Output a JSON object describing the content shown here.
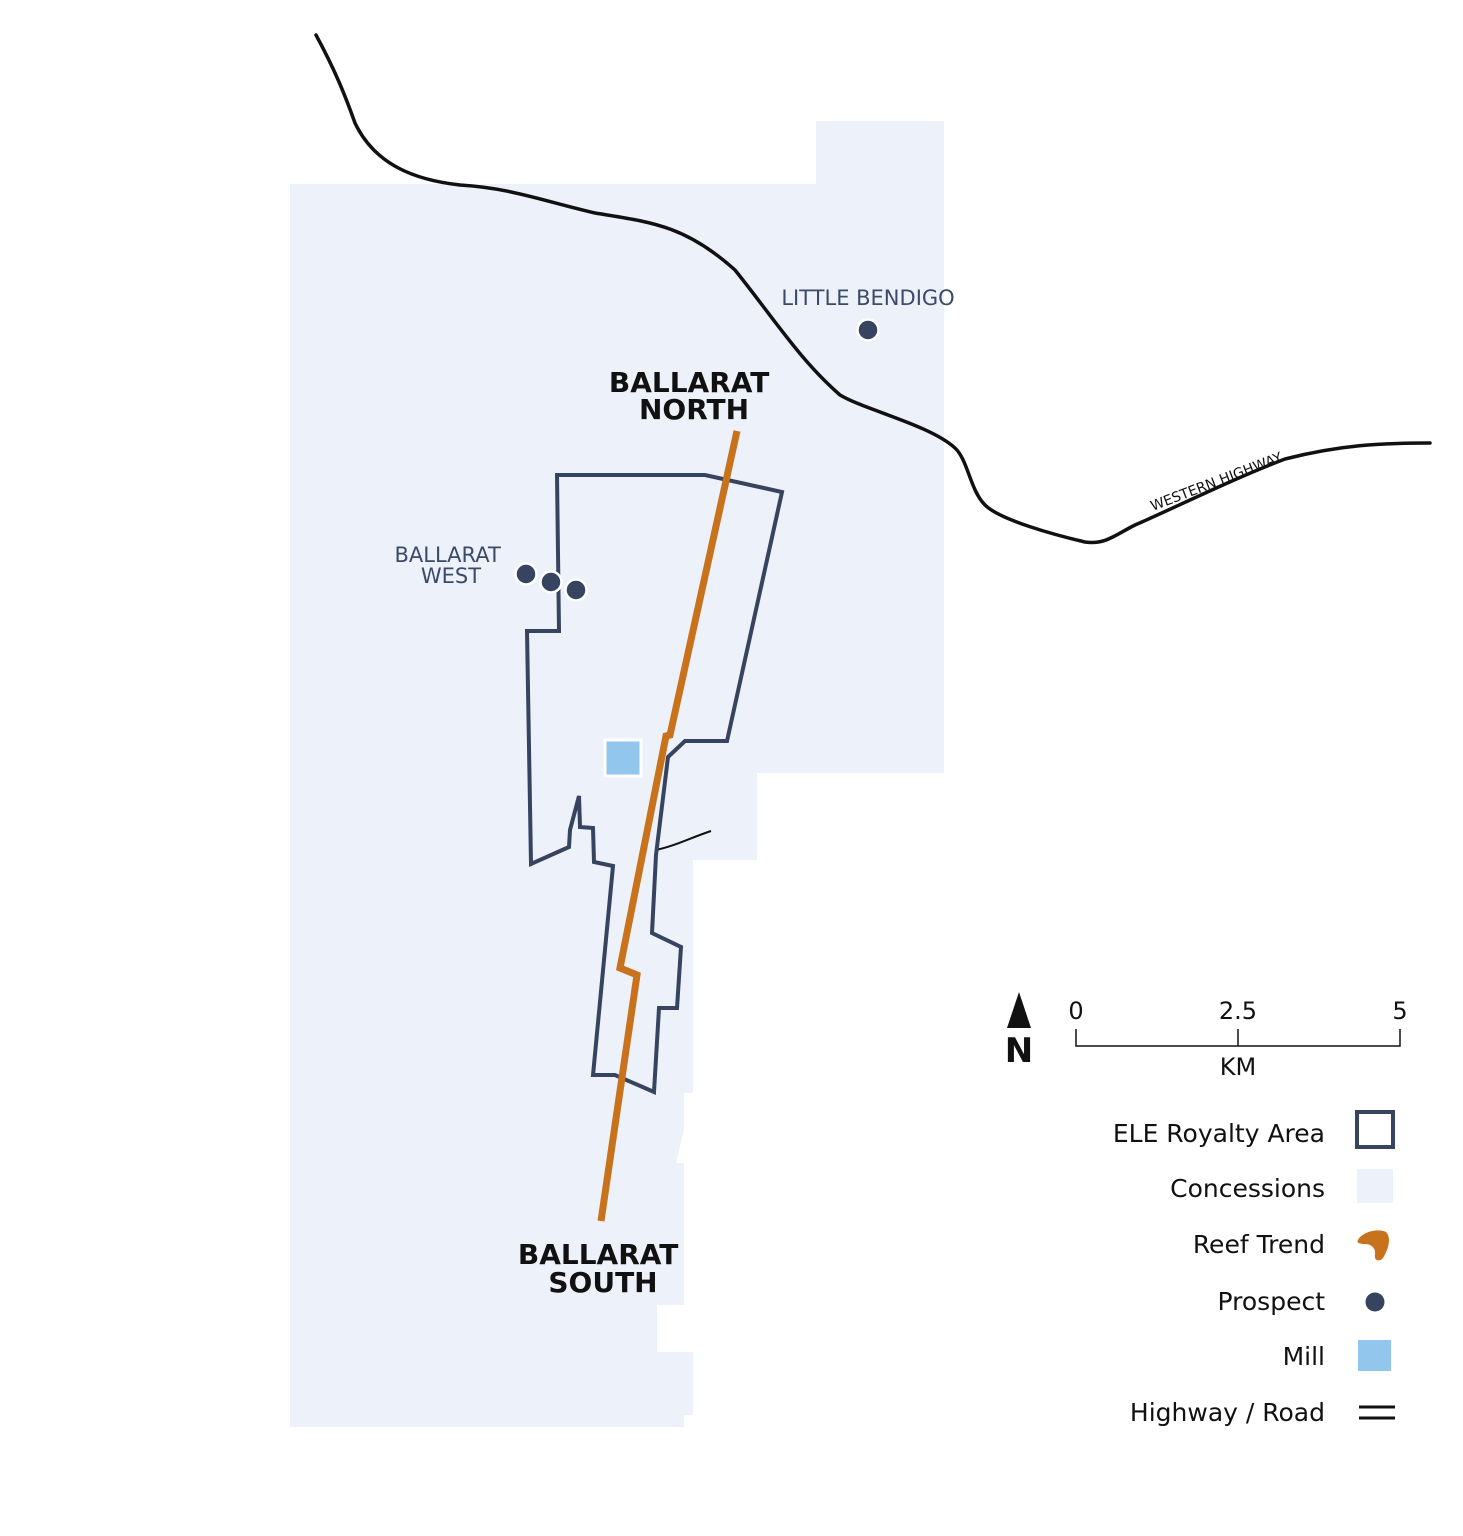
{
  "colors": {
    "concession": "#edf1f9",
    "royalty_outline": "#36445f",
    "reef_trend": "#c8721c",
    "prospect": "#36445f",
    "mill": "#93c6ec",
    "road": "#111111"
  },
  "places": {
    "north": [
      "BALLARAT",
      "NORTH"
    ],
    "south": [
      "BALLARAT",
      "SOUTH"
    ]
  },
  "prospects": {
    "little_bendigo": "LITTLE BENDIGO",
    "ballarat_west": [
      "BALLARAT",
      "WEST"
    ]
  },
  "road": {
    "label": "WESTERN HIGHWAY"
  },
  "scale_bar": {
    "ticks": [
      "0",
      "2.5",
      "5"
    ],
    "unit": "KM"
  },
  "north_arrow": {
    "label": "N"
  },
  "legend": {
    "items": [
      {
        "label": "ELE Royalty Area",
        "symbol": "outline-square-icon"
      },
      {
        "label": "Concessions",
        "symbol": "filled-square-icon"
      },
      {
        "label": "Reef Trend",
        "symbol": "reef-shape-icon"
      },
      {
        "label": "Prospect",
        "symbol": "dot-icon"
      },
      {
        "label": "Mill",
        "symbol": "filled-square-icon"
      },
      {
        "label": "Highway / Road",
        "symbol": "double-line-icon"
      }
    ]
  }
}
